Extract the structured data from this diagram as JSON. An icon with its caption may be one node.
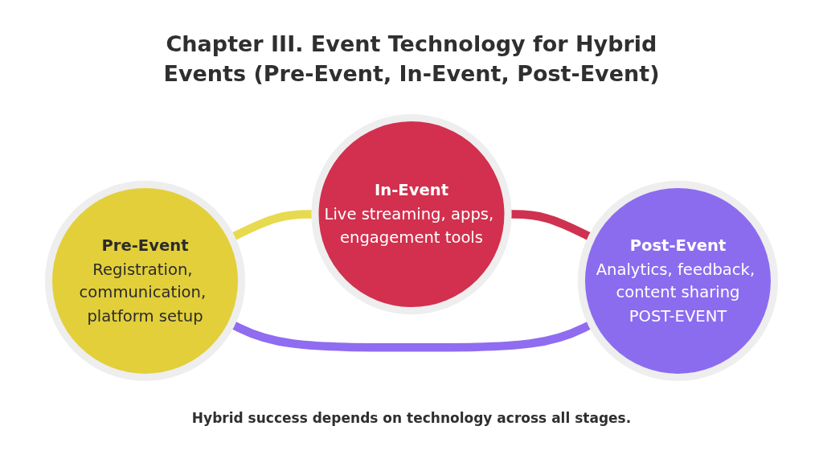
{
  "diagram": {
    "title": "Chapter III. Event Technology for Hybrid Events (Pre-Event, In-Event, Post-Event)",
    "caption": "Hybrid success depends on technology across all stages.",
    "nodes": [
      {
        "text": [
          "Pre-Event",
          "Registration, communication, platform setup"
        ]
      },
      {
        "text": [
          "Post-Event",
          "Analytics, feedback, content sharing",
          "POST-EVENT"
        ]
      },
      {
        "text": [
          "In-Event",
          "Live streaming, apps, engagement tools"
        ]
      }
    ],
    "edges": [
      {
        "from": 0,
        "to": 2,
        "arrow": "none",
        "color": "#e8da4f"
      },
      {
        "from": 2,
        "to": 1,
        "arrow": "none",
        "color": "#cf3150"
      },
      {
        "from": 1,
        "to": 0,
        "arrow": "none",
        "color": "#8f6cf0"
      }
    ]
  }
}
